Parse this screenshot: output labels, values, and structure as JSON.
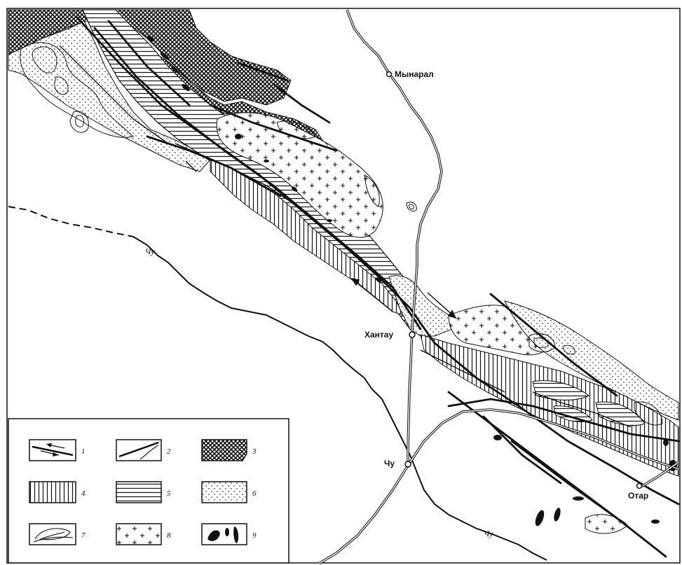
{
  "places": {
    "mynaral": "Мынарал",
    "khantau": "Хантау",
    "chu_town": "Чу",
    "otar": "Отар"
  },
  "rivers": {
    "chu_upper": "Чу",
    "chu_lower": "Чу"
  },
  "legend": {
    "items": [
      {
        "num": "1",
        "symbol": "strike-slip-fault"
      },
      {
        "num": "2",
        "symbol": "fault-line"
      },
      {
        "num": "3",
        "symbol": "crosshatch-fill"
      },
      {
        "num": "4",
        "symbol": "vertical-hatch-fill"
      },
      {
        "num": "5",
        "symbol": "horizontal-hatch-fill"
      },
      {
        "num": "6",
        "symbol": "dotted-fill"
      },
      {
        "num": "7",
        "symbol": "contour-lines"
      },
      {
        "num": "8",
        "symbol": "crosses-fill"
      },
      {
        "num": "9",
        "symbol": "black-lenses"
      }
    ]
  },
  "colors": {
    "ink": "#111111",
    "paper": "#ffffff"
  }
}
